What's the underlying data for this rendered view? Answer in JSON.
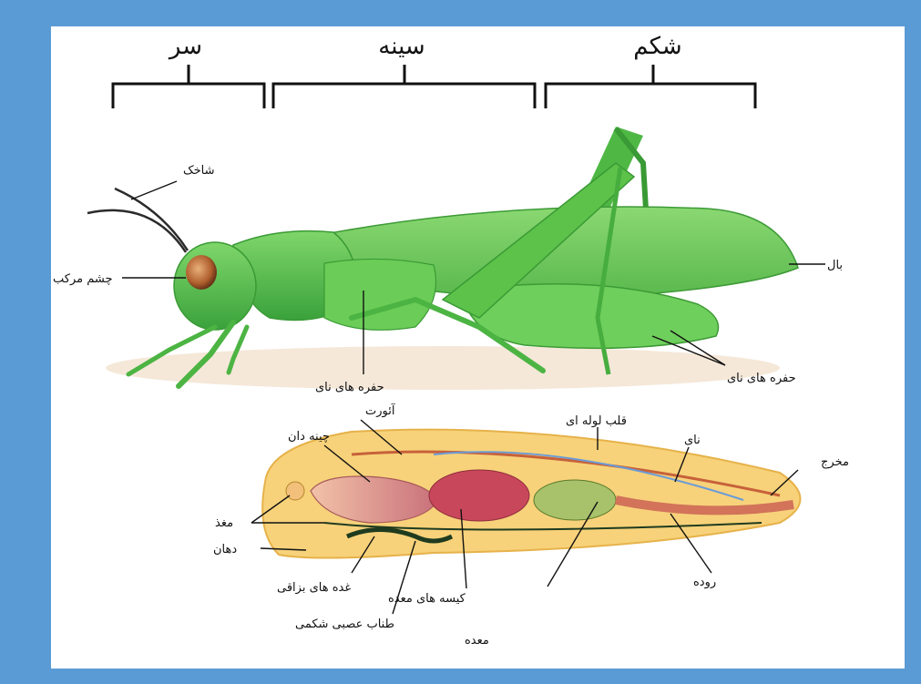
{
  "colors": {
    "frame": "#5b9bd5",
    "background": "#ffffff",
    "grasshopper_green": "#5cc24a",
    "organ_tissue": "#f4c86a",
    "crop": "#d98c80",
    "gastric": "#c9475b",
    "nerve": "#1f3b1f"
  },
  "segments": {
    "head": "سر",
    "thorax": "سینه",
    "abdomen": "شکم"
  },
  "external": {
    "antenna": "شاخک",
    "compound_eye": "چشم مرکب",
    "wing": "بال",
    "spiracles_thorax": "حفره های نای",
    "spiracles_abdomen": "حفره های نای"
  },
  "internal": {
    "crop": "چینه دان",
    "aorta": "آئورت",
    "tubular_heart": "قلب لوله ای",
    "trachea": "نای",
    "anus": "مخرج",
    "brain": "مغذ",
    "mouth": "دهان",
    "salivary_glands": "غده های بزاقی",
    "gastric_caeca": "کیسه های معده",
    "ventral_nerve_cord": "طناب عصبی شکمی",
    "stomach": "معده",
    "intestine": "روده"
  },
  "icons": {
    "grasshopper": "grasshopper-illustration",
    "internal_anatomy": "grasshopper-internal-anatomy"
  }
}
